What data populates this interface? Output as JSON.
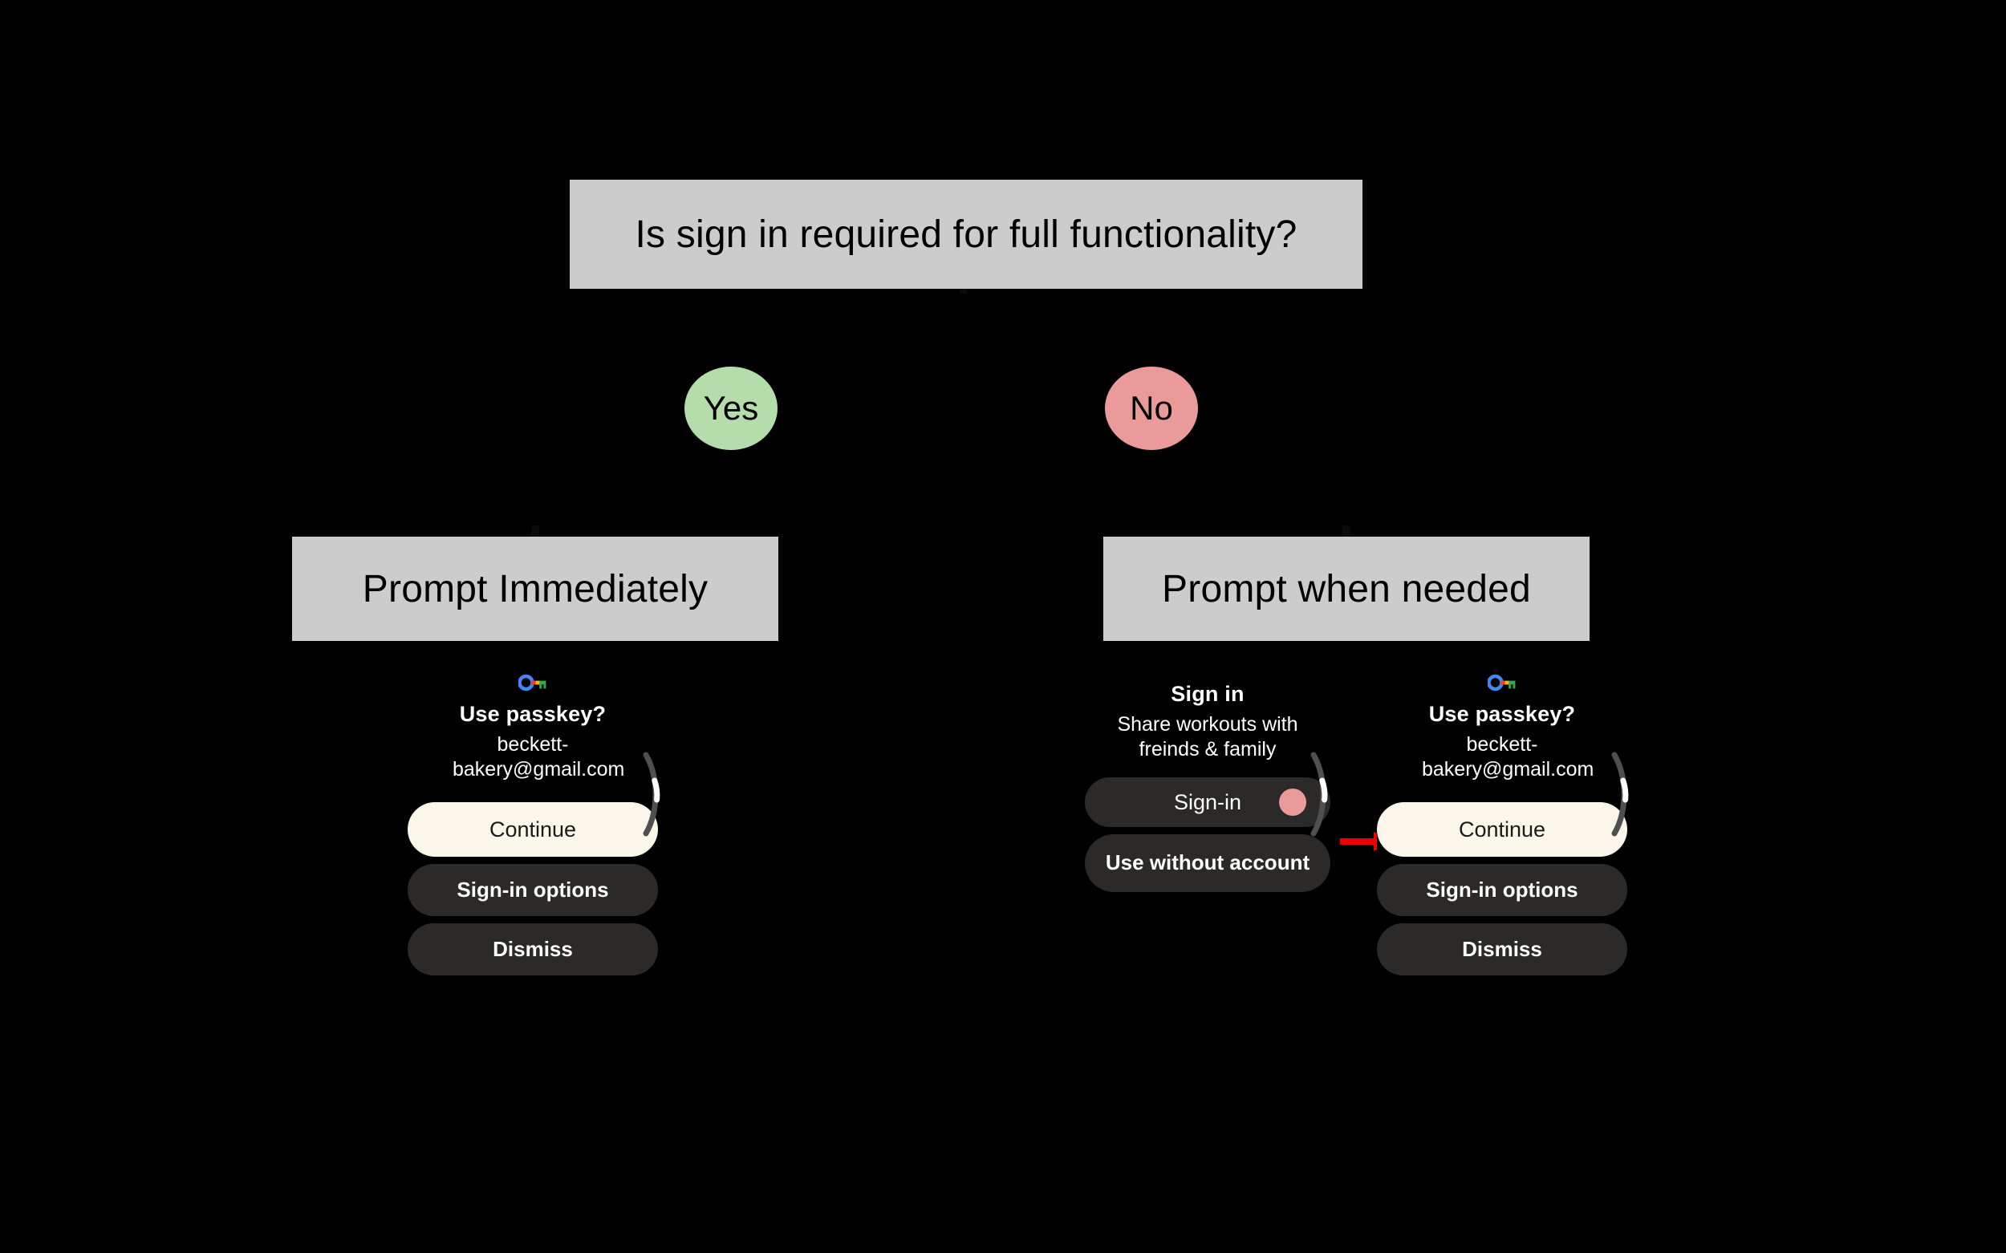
{
  "flow": {
    "question": "Is sign in required for full functionality?",
    "branches": [
      {
        "label": "Yes",
        "color": "#b5dcab",
        "outcome": "Prompt Immediately"
      },
      {
        "label": "No",
        "color": "#eb9a9a",
        "outcome": "Prompt when needed"
      }
    ],
    "outcome_left": "Prompt Immediately",
    "outcome_right": "Prompt when needed"
  },
  "mock_left": {
    "icon": "passkey-icon",
    "title": "Use passkey?",
    "account": "beckett-bakery@gmail.com",
    "buttons": [
      {
        "label": "Continue",
        "style": "primary"
      },
      {
        "label": "Sign-in options",
        "style": "secondary"
      },
      {
        "label": "Dismiss",
        "style": "secondary"
      }
    ]
  },
  "mock_middle": {
    "title": "Sign in",
    "subtitle": "Share workouts with freinds & family",
    "buttons": [
      {
        "label": "Sign-in",
        "style": "secondary",
        "dot_color": "#eb9a9a"
      },
      {
        "label": "Use without account",
        "style": "secondary"
      }
    ]
  },
  "mock_right": {
    "icon": "passkey-icon",
    "title": "Use passkey?",
    "account": "beckett-bakery@gmail.com",
    "buttons": [
      {
        "label": "Continue",
        "style": "primary"
      },
      {
        "label": "Sign-in options",
        "style": "secondary"
      },
      {
        "label": "Dismiss",
        "style": "secondary"
      }
    ]
  },
  "annotation": {
    "arrow_color": "#ee0000",
    "arrow_target": "Continue"
  },
  "colors": {
    "background": "#000000",
    "box_fill": "#cccccc",
    "box_text": "#000000",
    "yes_fill": "#b5dcab",
    "no_fill": "#eb9a9a",
    "primary_button": "#faf6ea",
    "secondary_button": "#2b2a28",
    "accent_red": "#ee0000"
  }
}
